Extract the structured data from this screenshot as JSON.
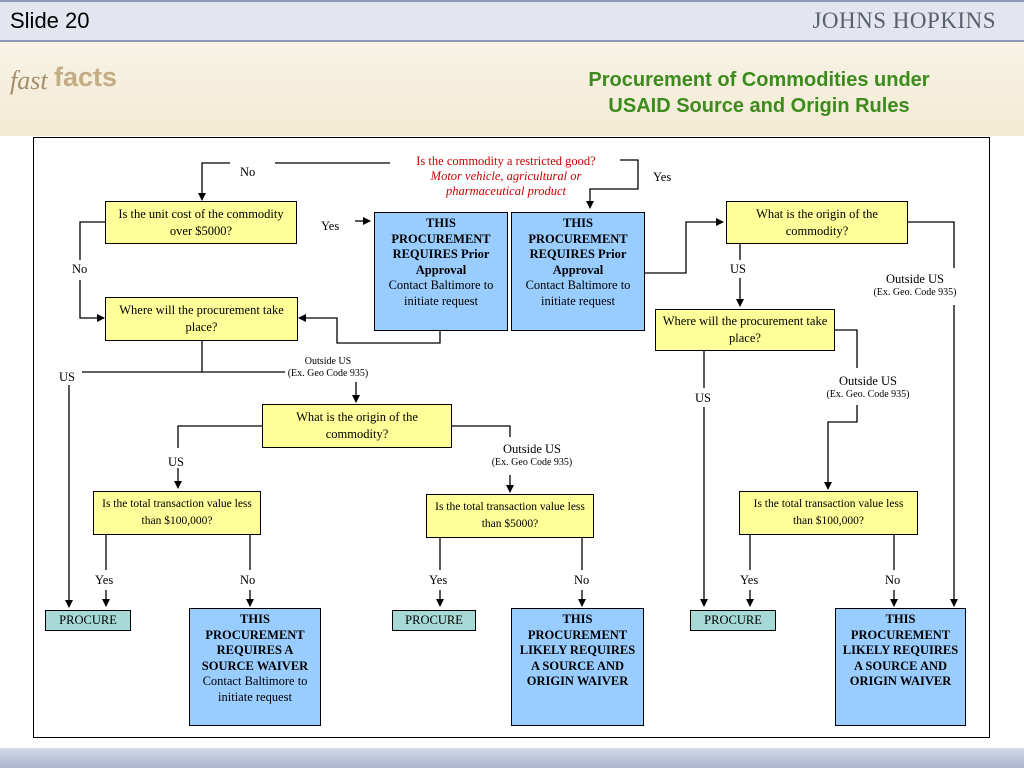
{
  "header": {
    "slide_label": "Slide 20",
    "brand": "JOHNS HOPKINS",
    "logo_fast": "fast",
    "logo_facts": "facts",
    "title_line1": "Procurement of Commodities under",
    "title_line2": "USAID Source and Origin Rules"
  },
  "colors": {
    "title_green": "#3c8b1c",
    "decision_yellow": "#ffff99",
    "result_blue": "#99ccff",
    "procure_teal": "#a7d9d6",
    "question_red": "#cc0000"
  },
  "flow": {
    "top_question": {
      "line1": "Is the commodity a restricted good?",
      "line2": "Motor vehicle, agricultural or",
      "line3": "pharmaceutical product"
    },
    "top_no": "No",
    "top_yes": "Yes",
    "unit_cost_q": "Is the unit cost of the commodity over $5000?",
    "unit_cost_yes": "Yes",
    "unit_cost_no": "No",
    "prior_approval_1": {
      "bold": "THIS PROCUREMENT REQUIRES Prior Approval",
      "normal": "Contact Baltimore to initiate request"
    },
    "prior_approval_2": {
      "bold": "THIS PROCUREMENT REQUIRES Prior Approval",
      "normal": "Contact Baltimore to initiate request"
    },
    "left_where_q": "Where will the procurement take place?",
    "left_where_us": "US",
    "left_where_outside": "Outside US",
    "left_where_outside_code": "(Ex. Geo Code 935)",
    "mid_origin_q": "What is the origin of the commodity?",
    "mid_origin_us": "US",
    "mid_origin_outside": "Outside US",
    "mid_origin_outside_code": "(Ex. Geo Code 935)",
    "total_100k_left_q": "Is the total transaction value less than $100,000?",
    "total_5000_q": "Is the total transaction value less than $5000?",
    "right_origin_q": "What is the origin of the commodity?",
    "right_origin_us": "US",
    "right_origin_outside": "Outside US",
    "right_origin_outside_code": "(Ex. Geo. Code 935)",
    "right_where_q": "Where will the procurement take place?",
    "right_where_us": "US",
    "right_where_outside": "Outside US",
    "right_where_outside_code": "(Ex. Geo. Code 935)",
    "total_100k_right_q": "Is the total transaction value less than $100,000?",
    "bottom_yes_1": "Yes",
    "bottom_no_1": "No",
    "bottom_yes_2": "Yes",
    "bottom_no_2": "No",
    "bottom_yes_3": "Yes",
    "bottom_no_3": "No",
    "procure_1": "PROCURE",
    "procure_2": "PROCURE",
    "procure_3": "PROCURE",
    "source_waiver": {
      "bold": "THIS PROCUREMENT REQUIRES A SOURCE WAIVER",
      "normal": "Contact Baltimore to initiate request"
    },
    "likely_waiver_1": "THIS PROCUREMENT LIKELY REQUIRES A SOURCE AND ORIGIN WAIVER",
    "likely_waiver_2": "THIS PROCUREMENT LIKELY REQUIRES A SOURCE AND ORIGIN WAIVER"
  }
}
